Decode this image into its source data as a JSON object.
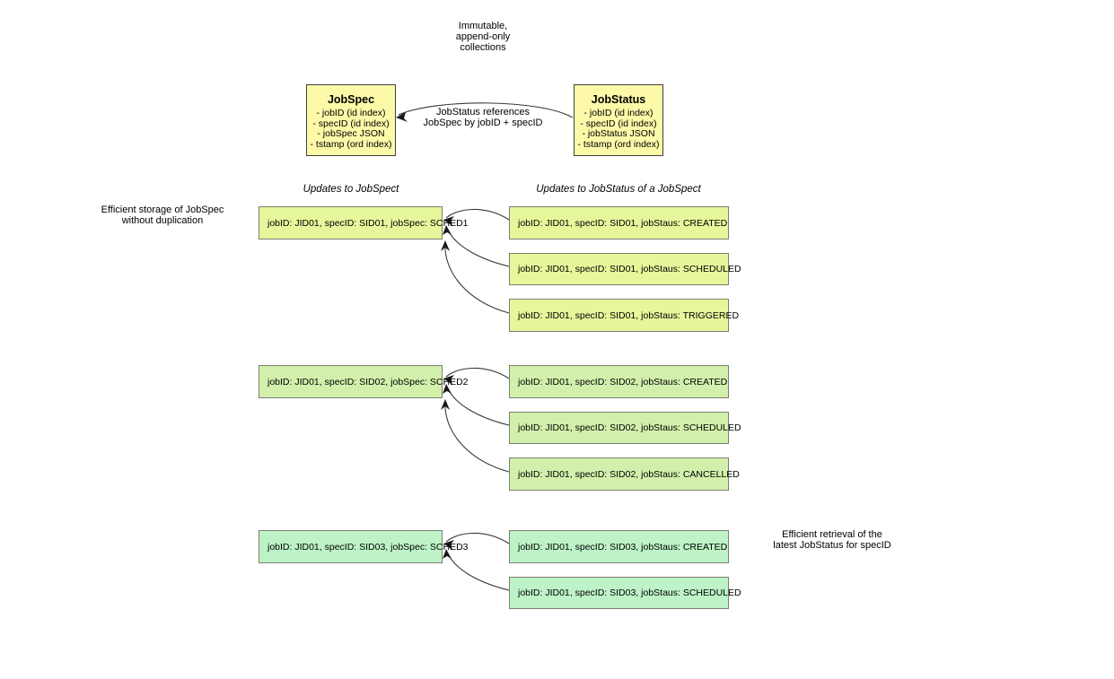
{
  "diagram": {
    "title_note": "Immutable,\nappend-only\ncollections",
    "left_note": "Efficient storage of JobSpec\nwithout duplication",
    "right_note": "Efficient retrieval of the\nlatest JobStatus for specID",
    "relationship_label": "JobStatus references\nJobSpec by jobID + specID"
  },
  "entities": [
    {
      "name": "JobSpec",
      "fields": [
        "- jobID (id index)",
        "- specID (id index)",
        "- jobSpec JSON",
        "- tstamp (ord index)"
      ]
    },
    {
      "name": "JobStatus",
      "fields": [
        "- jobID (id index)",
        "- specID (id index)",
        "- jobStatus JSON",
        "- tstamp (ord index)"
      ]
    }
  ],
  "columns": {
    "left_header": "Updates to JobSpect",
    "right_header": "Updates to JobStatus of a JobSpect"
  },
  "groups": [
    {
      "spec": "jobID: JID01, specID: SID01, jobSpec: SCHED1",
      "statuses": [
        "jobID: JID01, specID: SID01, jobStaus: CREATED",
        "jobID: JID01, specID: SID01, jobStaus: SCHEDULED",
        "jobID: JID01, specID: SID01, jobStaus: TRIGGERED"
      ]
    },
    {
      "spec": "jobID: JID01, specID: SID02, jobSpec: SCHED2",
      "statuses": [
        "jobID: JID01, specID: SID02, jobStaus: CREATED",
        "jobID: JID01, specID: SID02, jobStaus: SCHEDULED",
        "jobID: JID01, specID: SID02, jobStaus: CANCELLED"
      ]
    },
    {
      "spec": "jobID: JID01, specID: SID03, jobSpec: SCHED3",
      "statuses": [
        "jobID: JID01, specID: SID03, jobStaus: CREATED",
        "jobID: JID01, specID: SID03, jobStaus: SCHEDULED"
      ]
    }
  ],
  "colors": {
    "entity_fill": "#fcf9a8",
    "group1_fill": "#e5f79a",
    "group2_fill": "#d2f0ab",
    "group3_fill": "#bdf3c6",
    "stroke": "#3a3a3a"
  }
}
